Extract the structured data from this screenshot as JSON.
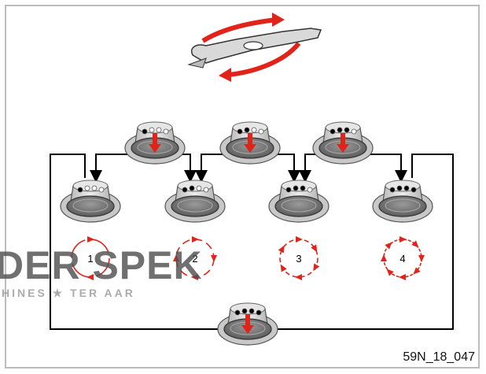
{
  "figure_id": "59N_18_047",
  "modes": [
    {
      "label": "1",
      "dots_on": 1
    },
    {
      "label": "2",
      "dots_on": 2
    },
    {
      "label": "3",
      "dots_on": 3
    },
    {
      "label": "4",
      "dots_on": 4
    }
  ],
  "watermark": {
    "line1": "DER SPEK",
    "line2": "HINES ★ TER AAR"
  },
  "colors": {
    "arrow": "#e2231a",
    "line": "#000000",
    "knob_body": "#d2d2d2",
    "knob_face": "#7b7b7b",
    "indicator_on": "#000000",
    "indicator_off": "#ffffff"
  },
  "icons": [
    "mower-blade-icon",
    "rotation-arrow-icon",
    "knob-icon",
    "press-arrow-icon"
  ]
}
